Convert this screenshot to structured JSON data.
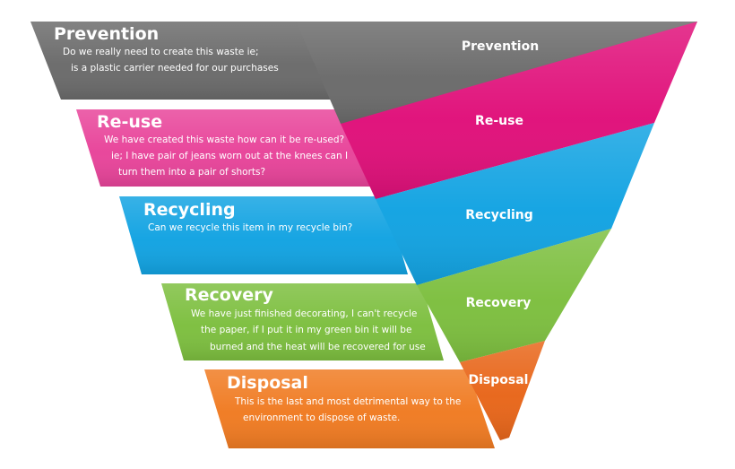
{
  "colors": {
    "prevention": "#6b6b6b",
    "reuse": "#e7157e",
    "recycling": "#12a3e2",
    "recovery": "#7dbf3f",
    "disposal": "#f07b22"
  },
  "funnel": {
    "labels": [
      "Prevention",
      "Re-use",
      "Recycling",
      "Recovery",
      "Disposal"
    ]
  },
  "cards": [
    {
      "title": "Prevention",
      "lines": [
        "Do we really need to create this waste ie;",
        "is a plastic carrier needed for our purchases"
      ]
    },
    {
      "title": "Re-use",
      "lines": [
        "We have created this waste how can it be re-used?",
        "ie; I have pair of jeans worn out at the knees can I",
        "turn them into a pair of shorts?"
      ]
    },
    {
      "title": "Recycling",
      "lines": [
        "Can we recycle this item in my recycle bin?"
      ]
    },
    {
      "title": "Recovery",
      "lines": [
        "We have just finished decorating, I can't recycle",
        "the paper, if I put it in my green bin it will be",
        "burned and the heat will be recovered for use"
      ]
    },
    {
      "title": "Disposal",
      "lines": [
        "This is the last and most detrimental way to the",
        "environment to dispose of waste."
      ]
    }
  ]
}
